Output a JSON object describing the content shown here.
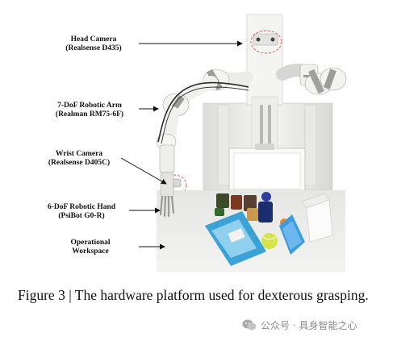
{
  "figure": {
    "labels": [
      {
        "id": "head-camera",
        "line1": "Head Camera",
        "line2": "(Realsense D435)"
      },
      {
        "id": "robotic-arm",
        "line1": "7-DoF Robotic Arm",
        "line2": "(Realman RM75-6F)"
      },
      {
        "id": "wrist-camera",
        "line1": "Wrist Camera",
        "line2": "(Realsense D405C)"
      },
      {
        "id": "robotic-hand",
        "line1": "6-DoF Robotic Hand",
        "line2": "(PsiBot G0-R)"
      },
      {
        "id": "workspace",
        "line1": "Operational",
        "line2": "Workspace"
      }
    ]
  },
  "caption": {
    "text": "Figure 3 | The hardware platform used for dexterous grasping."
  },
  "watermark": {
    "text": "公众号 · 具身智能之心"
  },
  "colors": {
    "background": "#ffffff",
    "text": "#111111",
    "arrow": "#111111",
    "highlight_circle": "#e06060",
    "table": "#ececea",
    "robot_white": "#f2f2f0",
    "robot_gray": "#9a9a98",
    "cable": "#2a2a2a",
    "watermark": "#8c8c8c"
  }
}
